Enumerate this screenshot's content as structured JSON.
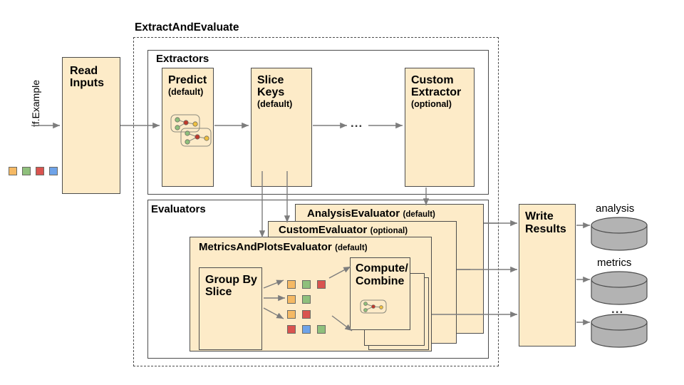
{
  "diagram": {
    "title_outer": "ExtractAndEvaluate",
    "input_label": "tf.Example",
    "read_inputs": {
      "title": "Read Inputs"
    },
    "extractors": {
      "group_label": "Extractors",
      "boxes": [
        {
          "title": "Predict",
          "sub": "(default)",
          "icon": "model-graph-icon"
        },
        {
          "title": "Slice Keys",
          "sub": "(default)",
          "icon": ""
        },
        {
          "title": "Custom Extractor",
          "sub": "(optional)",
          "icon": ""
        }
      ],
      "ellipsis": "..."
    },
    "evaluators": {
      "group_label": "Evaluators",
      "cards": [
        {
          "name": "AnalysisEvaluator",
          "sub": "(default)"
        },
        {
          "name": "CustomEvaluator",
          "sub": "(optional)"
        },
        {
          "name": "MetricsAndPlotsEvaluator",
          "sub": "(default)"
        }
      ],
      "group_by_slice": {
        "title": "Group By Slice"
      },
      "compute_combine": {
        "title": "Compute/ Combine",
        "line1": "Compute/",
        "line2": "Combine",
        "icon": "model-graph-icon"
      },
      "slice_grid": [
        [
          "orange",
          "green",
          "red"
        ],
        [
          "orange",
          "green"
        ],
        [
          "orange",
          "red"
        ],
        [
          "red",
          "blue",
          "green"
        ]
      ]
    },
    "write_results": {
      "title": "Write Results",
      "line1": "Write",
      "line2": "Results"
    },
    "outputs": [
      {
        "label": "analysis",
        "shape": "cylinder"
      },
      {
        "label": "metrics",
        "shape": "cylinder"
      },
      {
        "label": "...",
        "shape": "cylinder"
      }
    ],
    "legend_squares": [
      "orange",
      "green",
      "red",
      "blue"
    ],
    "colors": {
      "box_fill": "#fdebc8",
      "box_stroke": "#4d4d4d",
      "orange": "#f5b964",
      "green": "#8fc07c",
      "red": "#d9534f",
      "blue": "#6fa3e8",
      "cylinder_fill": "#b3b3b3",
      "arrow": "#7d7d7d"
    }
  }
}
